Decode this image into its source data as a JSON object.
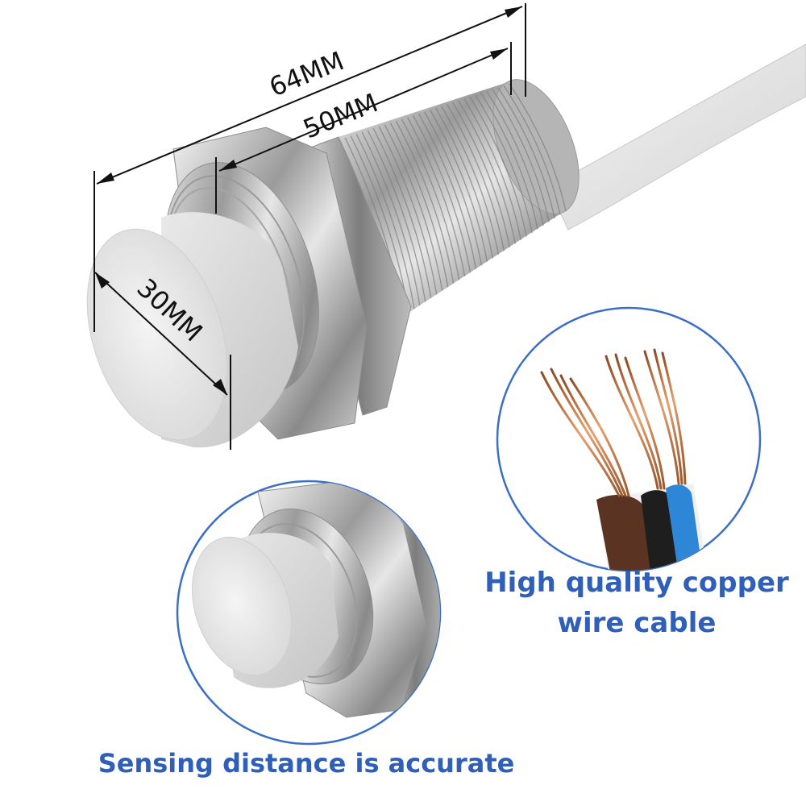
{
  "dimensions": {
    "overall_length": "64MM",
    "thread_length": "50MM",
    "diameter": "30MM"
  },
  "captions": {
    "wire": "High quality copper wire cable",
    "sensing": "Sensing distance is accurate"
  },
  "colors": {
    "caption_text": "#2f5fb8",
    "circle_outline": "#3b6fc6",
    "wire_brown": "#5a3322",
    "wire_black": "#1e1e1e",
    "wire_blue": "#2e86d6",
    "copper": "#c9783f"
  }
}
